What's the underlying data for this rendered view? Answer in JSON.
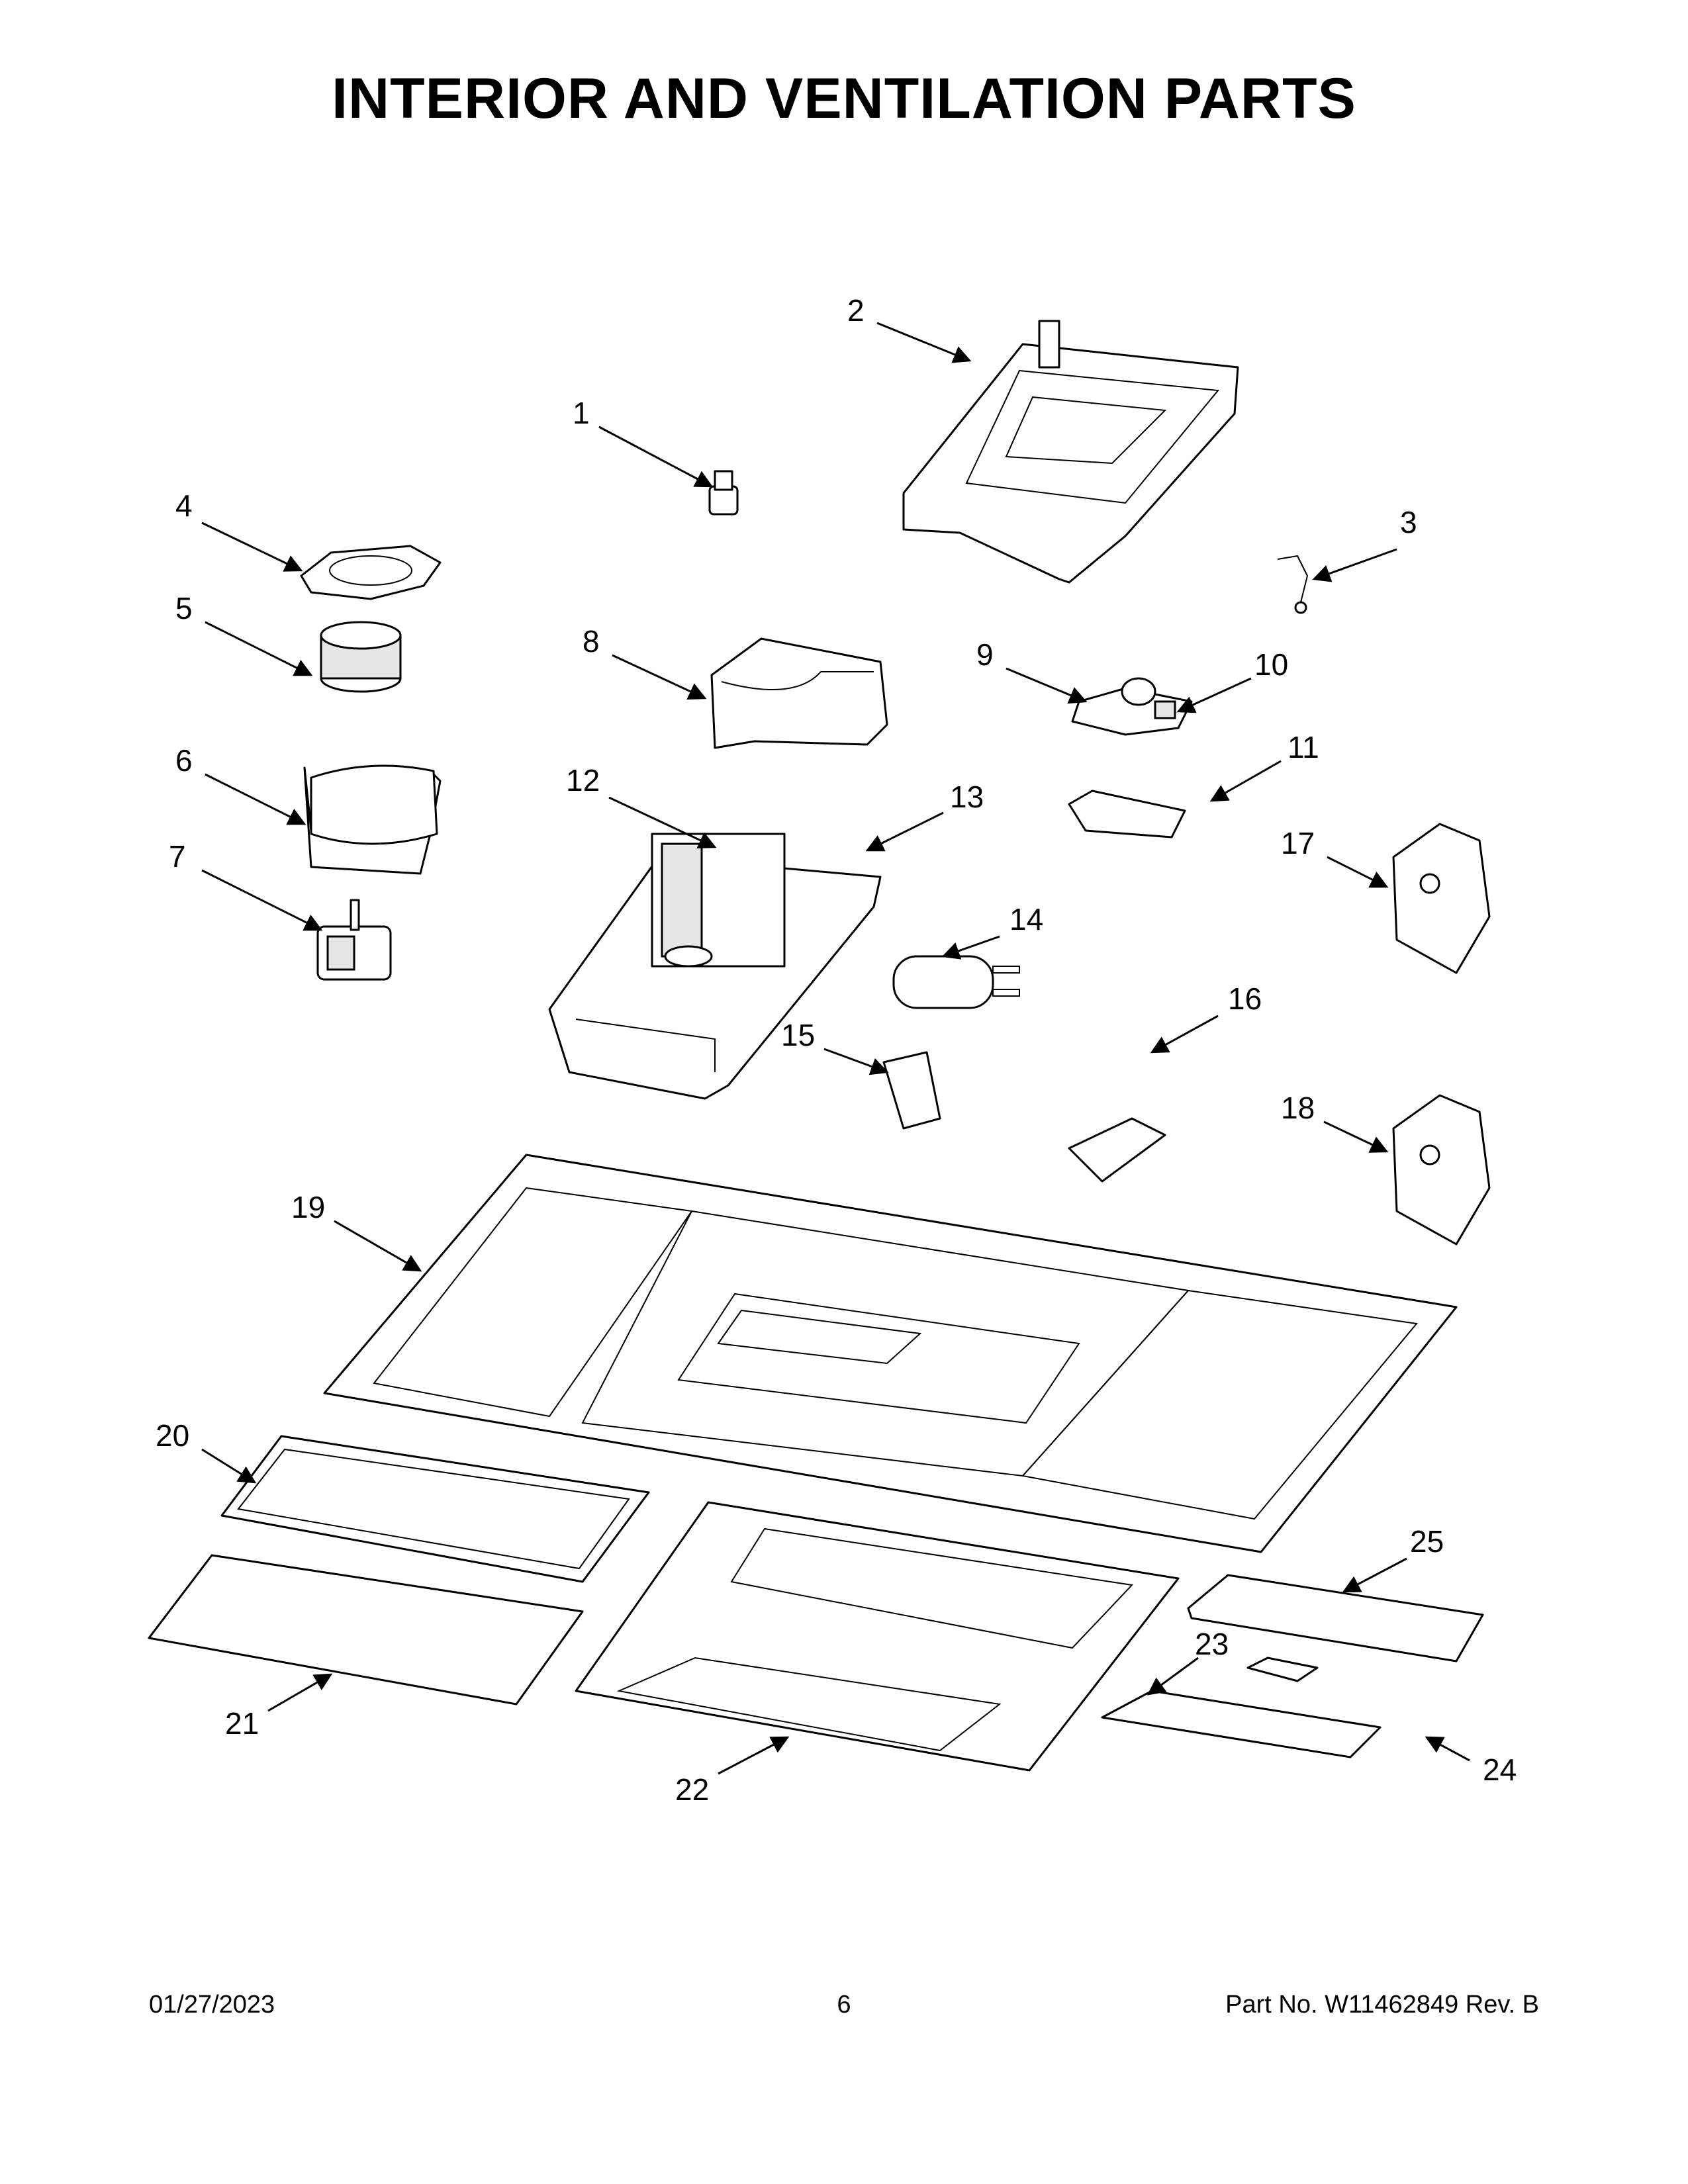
{
  "page": {
    "title": "INTERIOR AND VENTILATION PARTS",
    "footer_date": "01/27/2023",
    "footer_page": "6",
    "footer_part": "Part No.  W11462849  Rev.  B"
  },
  "callouts": [
    "1",
    "2",
    "3",
    "4",
    "5",
    "6",
    "7",
    "8",
    "9",
    "10",
    "11",
    "12",
    "13",
    "14",
    "15",
    "16",
    "17",
    "18",
    "19",
    "20",
    "21",
    "22",
    "23",
    "24",
    "25"
  ]
}
